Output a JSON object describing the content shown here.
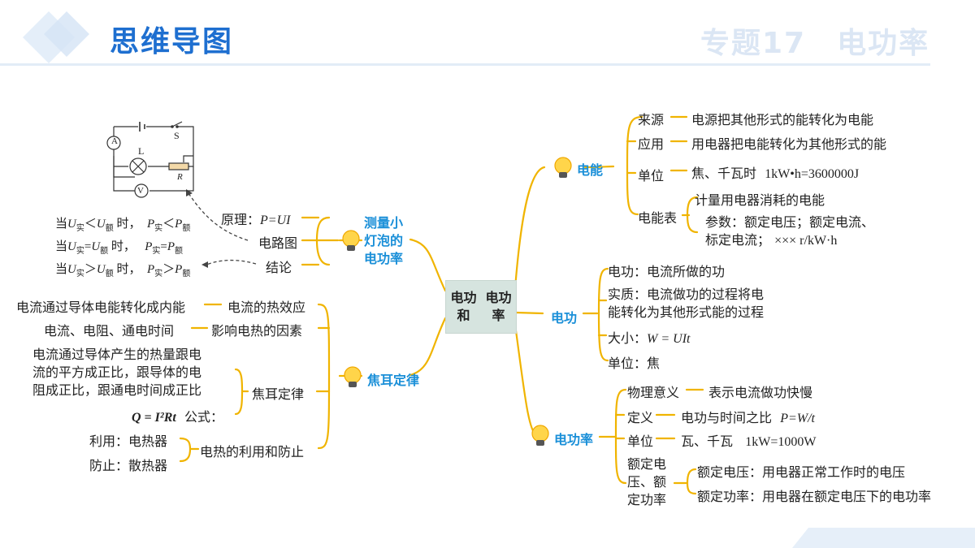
{
  "header": {
    "title": "思维导图",
    "topic": "专题17　电功率"
  },
  "center": "电功和电功率",
  "colors": {
    "accent": "#1a8fd8",
    "branch": "#f0b400",
    "title_blue": "#1e6fd0",
    "center_bg": "#d6e4df"
  },
  "circuit": {
    "ammeter": "A",
    "voltmeter": "V",
    "lamp": "L",
    "switch": "S",
    "rheostat": "R"
  },
  "measure": {
    "title": "测量小灯泡的电功率",
    "title_l1": "测量小",
    "title_l2": "灯泡的",
    "title_l3": "电功率",
    "principle_label": "原理：",
    "principle_formula": "P=UI",
    "circuit_label": "电路图",
    "conclusion_label": "结论",
    "conclusions": [
      {
        "pre": "当",
        "u": "U",
        "s1": "实",
        "op": "＜",
        "u2": "U",
        "s2": "额",
        "mid": " 时，",
        "p": "P",
        "s3": "实",
        "op2": "＜",
        "p2": "P",
        "s4": "额"
      },
      {
        "pre": "当",
        "u": "U",
        "s1": "实",
        "op": "=",
        "u2": "U",
        "s2": "额",
        "mid": " 时，",
        "p": "P",
        "s3": "实",
        "op2": "=",
        "p2": "P",
        "s4": "额"
      },
      {
        "pre": "当",
        "u": "U",
        "s1": "实",
        "op": "＞",
        "u2": "U",
        "s2": "额",
        "mid": " 时，",
        "p": "P",
        "s3": "实",
        "op2": "＞",
        "p2": "P",
        "s4": "额"
      }
    ]
  },
  "joule": {
    "title": "焦耳定律",
    "heat_effect": {
      "label": "电流的热效应",
      "desc": "电流通过导体电能转化成内能"
    },
    "factors": {
      "label": "影响电热的因素",
      "desc": "电流、电阻、通电时间"
    },
    "law": {
      "label": "焦耳定律",
      "line1": "电流通过导体产生的热量跟电",
      "line2": "流的平方成正比，跟导体的电",
      "line3": "阻成正比，跟通电时间成正比",
      "formula": "Q = I²Rt",
      "formula_label": "公式："
    },
    "use": {
      "label": "电热的利用和防止",
      "use_item": "利用：电热器",
      "prevent_item": "防止：散热器"
    }
  },
  "energy": {
    "title": "电能",
    "source": {
      "label": "来源",
      "desc": "电源把其他形式的能转化为电能"
    },
    "application": {
      "label": "应用",
      "desc": "用电器把电能转化为其他形式的能"
    },
    "unit": {
      "label": "单位",
      "desc": "焦、千瓦时",
      "formula": "1kW•h=3600000J"
    },
    "meter": {
      "label": "电能表",
      "line1": "计量用电器消耗的电能",
      "line2": "参数：额定电压；额定电流、",
      "line3a": "标定电流；",
      "line3b": "××× r/kW·h"
    }
  },
  "work": {
    "title": "电功",
    "def": "电功：电流所做的功",
    "essence_l1": "实质：电流做功的过程将电",
    "essence_l2": "能转化为其他形式能的过程",
    "size_label": "大小：",
    "size_formula": "W = UIt",
    "unit": "单位：焦"
  },
  "power": {
    "title": "电功率",
    "meaning": {
      "label": "物理意义",
      "desc": "表示电流做功快慢"
    },
    "definition": {
      "label": "定义",
      "desc": "电功与时间之比",
      "formula": "P=W/t"
    },
    "unit": {
      "label": "单位",
      "desc": "瓦、千瓦",
      "formula": "1kW=1000W"
    },
    "rated": {
      "label_l1": "额定电",
      "label_l2": "压、额",
      "label_l3": "定功率",
      "voltage": "额定电压：用电器正常工作时的电压",
      "power": "额定功率：用电器在额定电压下的电功率"
    }
  }
}
